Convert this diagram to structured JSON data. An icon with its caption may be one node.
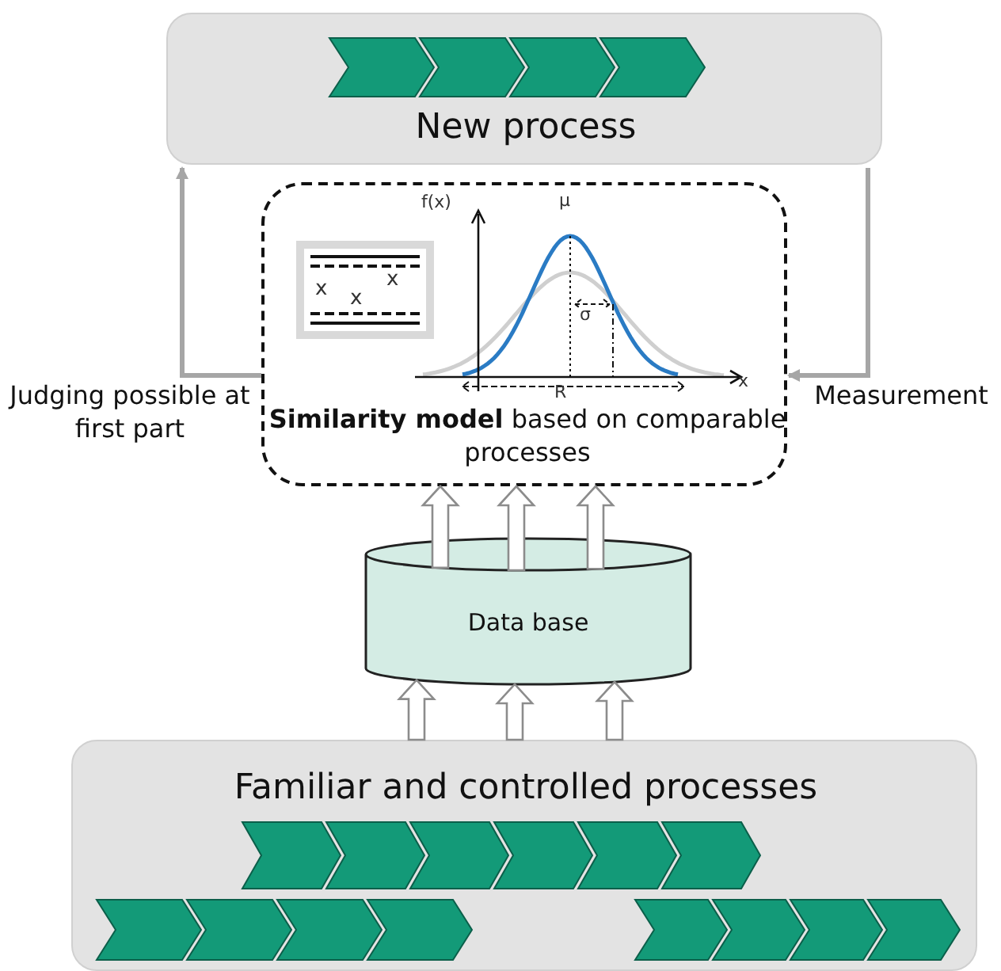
{
  "diagram": {
    "nodes": [
      {
        "text": [
          "New process"
        ]
      },
      {
        "text": [
          "**Similarity model** based on comparable processes"
        ]
      },
      {
        "text": [
          "Data base"
        ]
      },
      {
        "text": [
          "Familiar and controlled processes"
        ]
      }
    ],
    "edges": [
      {
        "from": 3,
        "to": 2,
        "arrow": "to"
      },
      {
        "from": 3,
        "to": 2,
        "arrow": "to"
      },
      {
        "from": 3,
        "to": 2,
        "arrow": "to"
      },
      {
        "from": 2,
        "to": 1,
        "arrow": "to"
      },
      {
        "from": 2,
        "to": 1,
        "arrow": "to"
      },
      {
        "from": 2,
        "to": 1,
        "arrow": "to"
      },
      {
        "from": 1,
        "to": 0,
        "arrow": "to",
        "label": "Judging possible at first part"
      },
      {
        "from": 0,
        "to": 1,
        "arrow": "to",
        "label": "Measurement"
      }
    ],
    "labels": [
      "f(x)",
      "μ",
      "x",
      "x",
      "x",
      "σ",
      "x",
      "R"
    ]
  }
}
